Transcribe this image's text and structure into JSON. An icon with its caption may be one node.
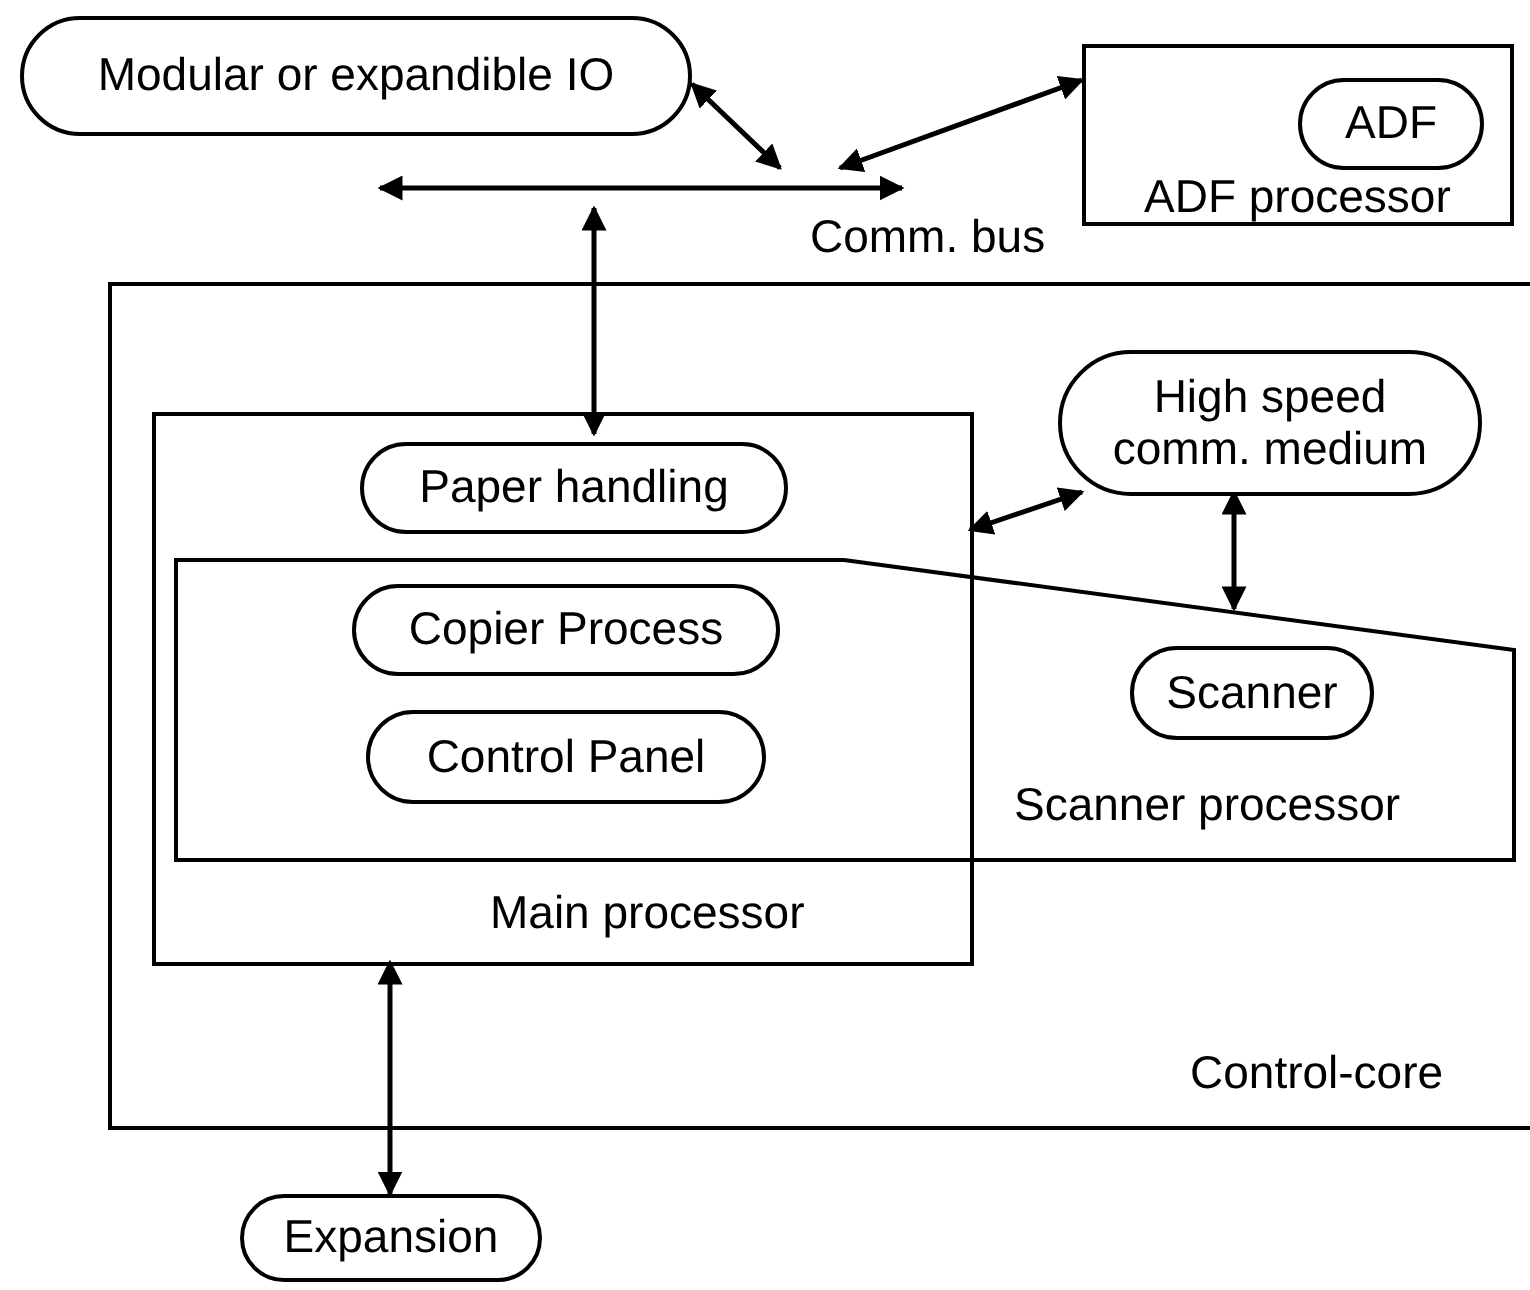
{
  "diagram": {
    "nodes": [
      {
        "text": [
          "Modular or expandible IO"
        ]
      },
      {
        "text": [
          "ADF processor"
        ]
      },
      {
        "text": [
          "ADF"
        ],
        "in": 1
      },
      {
        "text": [],
        "shape": "bar",
        "beside": [
          "Comm. bus"
        ]
      },
      {
        "text": [
          "Control-core"
        ]
      },
      {
        "text": [
          "Main processor"
        ],
        "in": 4
      },
      {
        "text": [
          "Paper handling"
        ],
        "in": 5
      },
      {
        "text": [
          "High speed comm. medium"
        ],
        "in": 4
      },
      {
        "text": [
          "Scanner processor"
        ],
        "in": 4
      },
      {
        "text": [
          "Copier Process"
        ]
      },
      {
        "text": [
          "Control Panel"
        ]
      },
      {
        "text": [
          "Scanner"
        ],
        "in": 8
      },
      {
        "text": [
          "Expansion"
        ]
      }
    ],
    "edges": [
      {
        "from": 0,
        "to": 3,
        "arrow": "both"
      },
      {
        "from": 3,
        "to": 1,
        "arrow": "both"
      },
      {
        "from": 3,
        "to": 6,
        "arrow": "both"
      },
      {
        "from": 5,
        "to": 7,
        "arrow": "both"
      },
      {
        "from": 7,
        "to": 8,
        "arrow": "both"
      },
      {
        "from": 5,
        "to": 12,
        "arrow": "both"
      }
    ]
  }
}
